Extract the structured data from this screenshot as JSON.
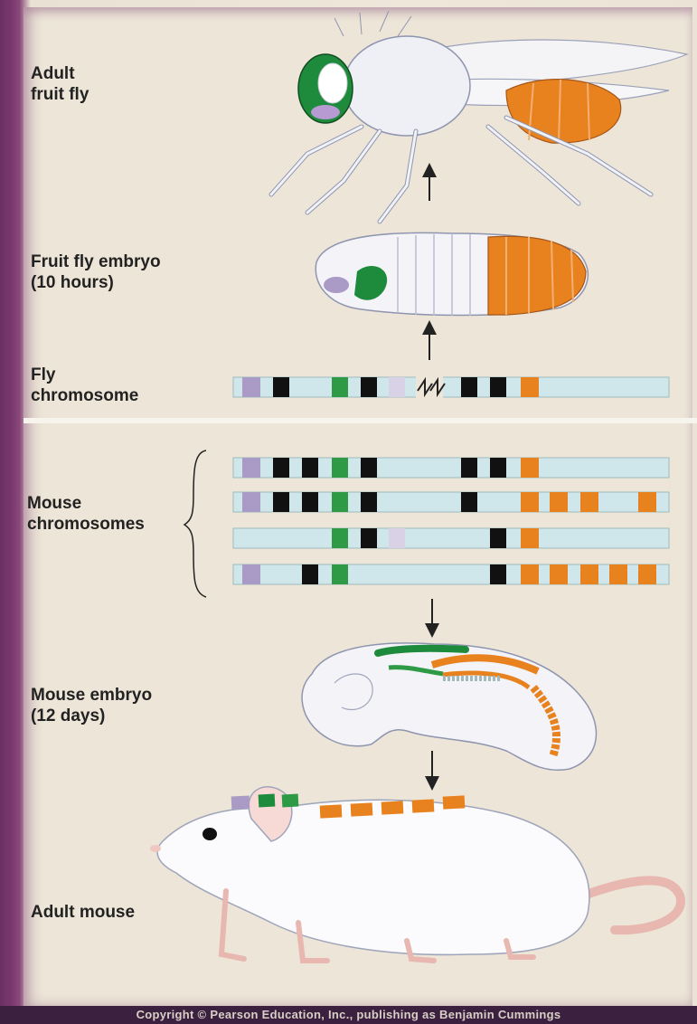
{
  "labels": {
    "adult_fly": [
      "Adult",
      "fruit fly"
    ],
    "fly_embryo": [
      "Fruit fly embryo",
      "(10 hours)"
    ],
    "fly_chromosome": [
      "Fly",
      "chromosome"
    ],
    "mouse_chromosomes": [
      "Mouse",
      "chromosomes"
    ],
    "mouse_embryo": [
      "Mouse embryo",
      "(12 days)"
    ],
    "adult_mouse": "Adult mouse"
  },
  "footer": "Copyright © Pearson Education, Inc., publishing as Benjamin Cummings",
  "colors": {
    "chromosome": "#cfe7ea",
    "black_band": "#111111",
    "green": "#2e9a46",
    "orange": "#e8821e",
    "lavender": "#a99ac6",
    "pale_lavender": "#d9d2e6"
  },
  "icons": [
    "fly-illustration",
    "fly-embryo-illustration",
    "mouse-embryo-illustration",
    "mouse-illustration",
    "down-arrow-icon",
    "up-arrow-icon",
    "break-icon"
  ]
}
